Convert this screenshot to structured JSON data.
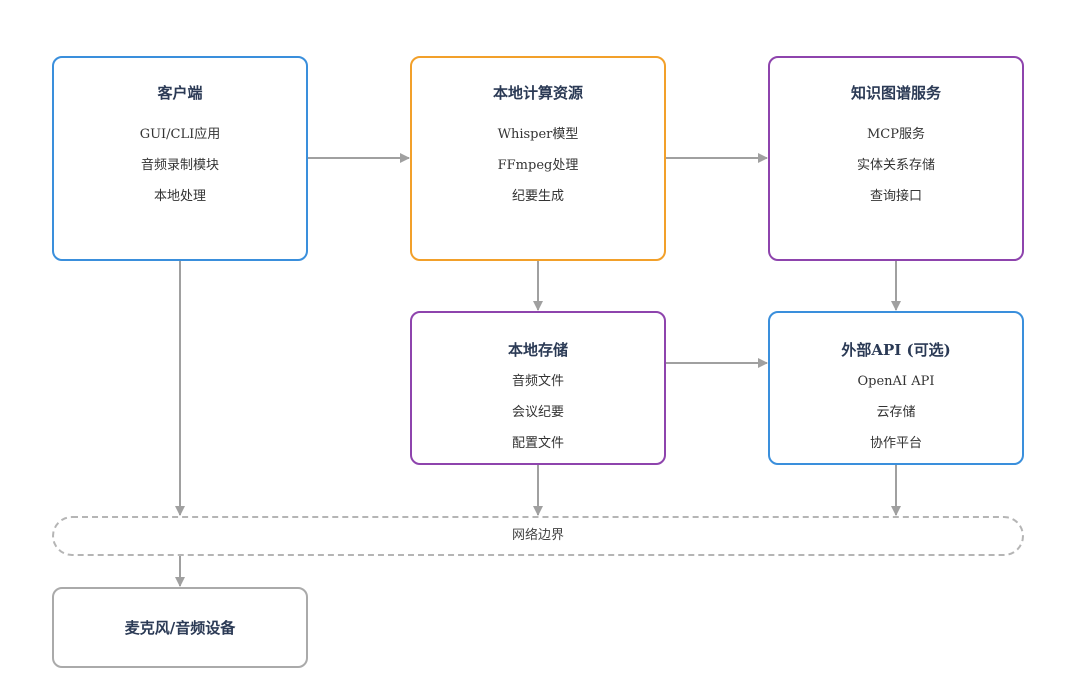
{
  "nodes": {
    "client": {
      "title": "客户端",
      "items": [
        "GUI/CLI应用",
        "音频录制模块",
        "本地处理"
      ]
    },
    "local_compute": {
      "title": "本地计算资源",
      "items": [
        "Whisper模型",
        "FFmpeg处理",
        "纪要生成"
      ]
    },
    "knowledge_graph": {
      "title": "知识图谱服务",
      "items": [
        "MCP服务",
        "实体关系存储",
        "查询接口"
      ]
    },
    "local_storage": {
      "title": "本地存储",
      "items": [
        "音频文件",
        "会议纪要",
        "配置文件"
      ]
    },
    "external_api": {
      "title": "外部API (可选)",
      "items": [
        "OpenAI API",
        "云存储",
        "协作平台"
      ]
    },
    "mic": {
      "title": "麦克风/音频设备"
    }
  },
  "boundary": {
    "label": "网络边界"
  },
  "colors": {
    "blue": "#3a8fdc",
    "orange": "#f2a02a",
    "purple": "#8e44ad",
    "gray": "#aaaaaa",
    "arrow": "#a0a0a0"
  }
}
